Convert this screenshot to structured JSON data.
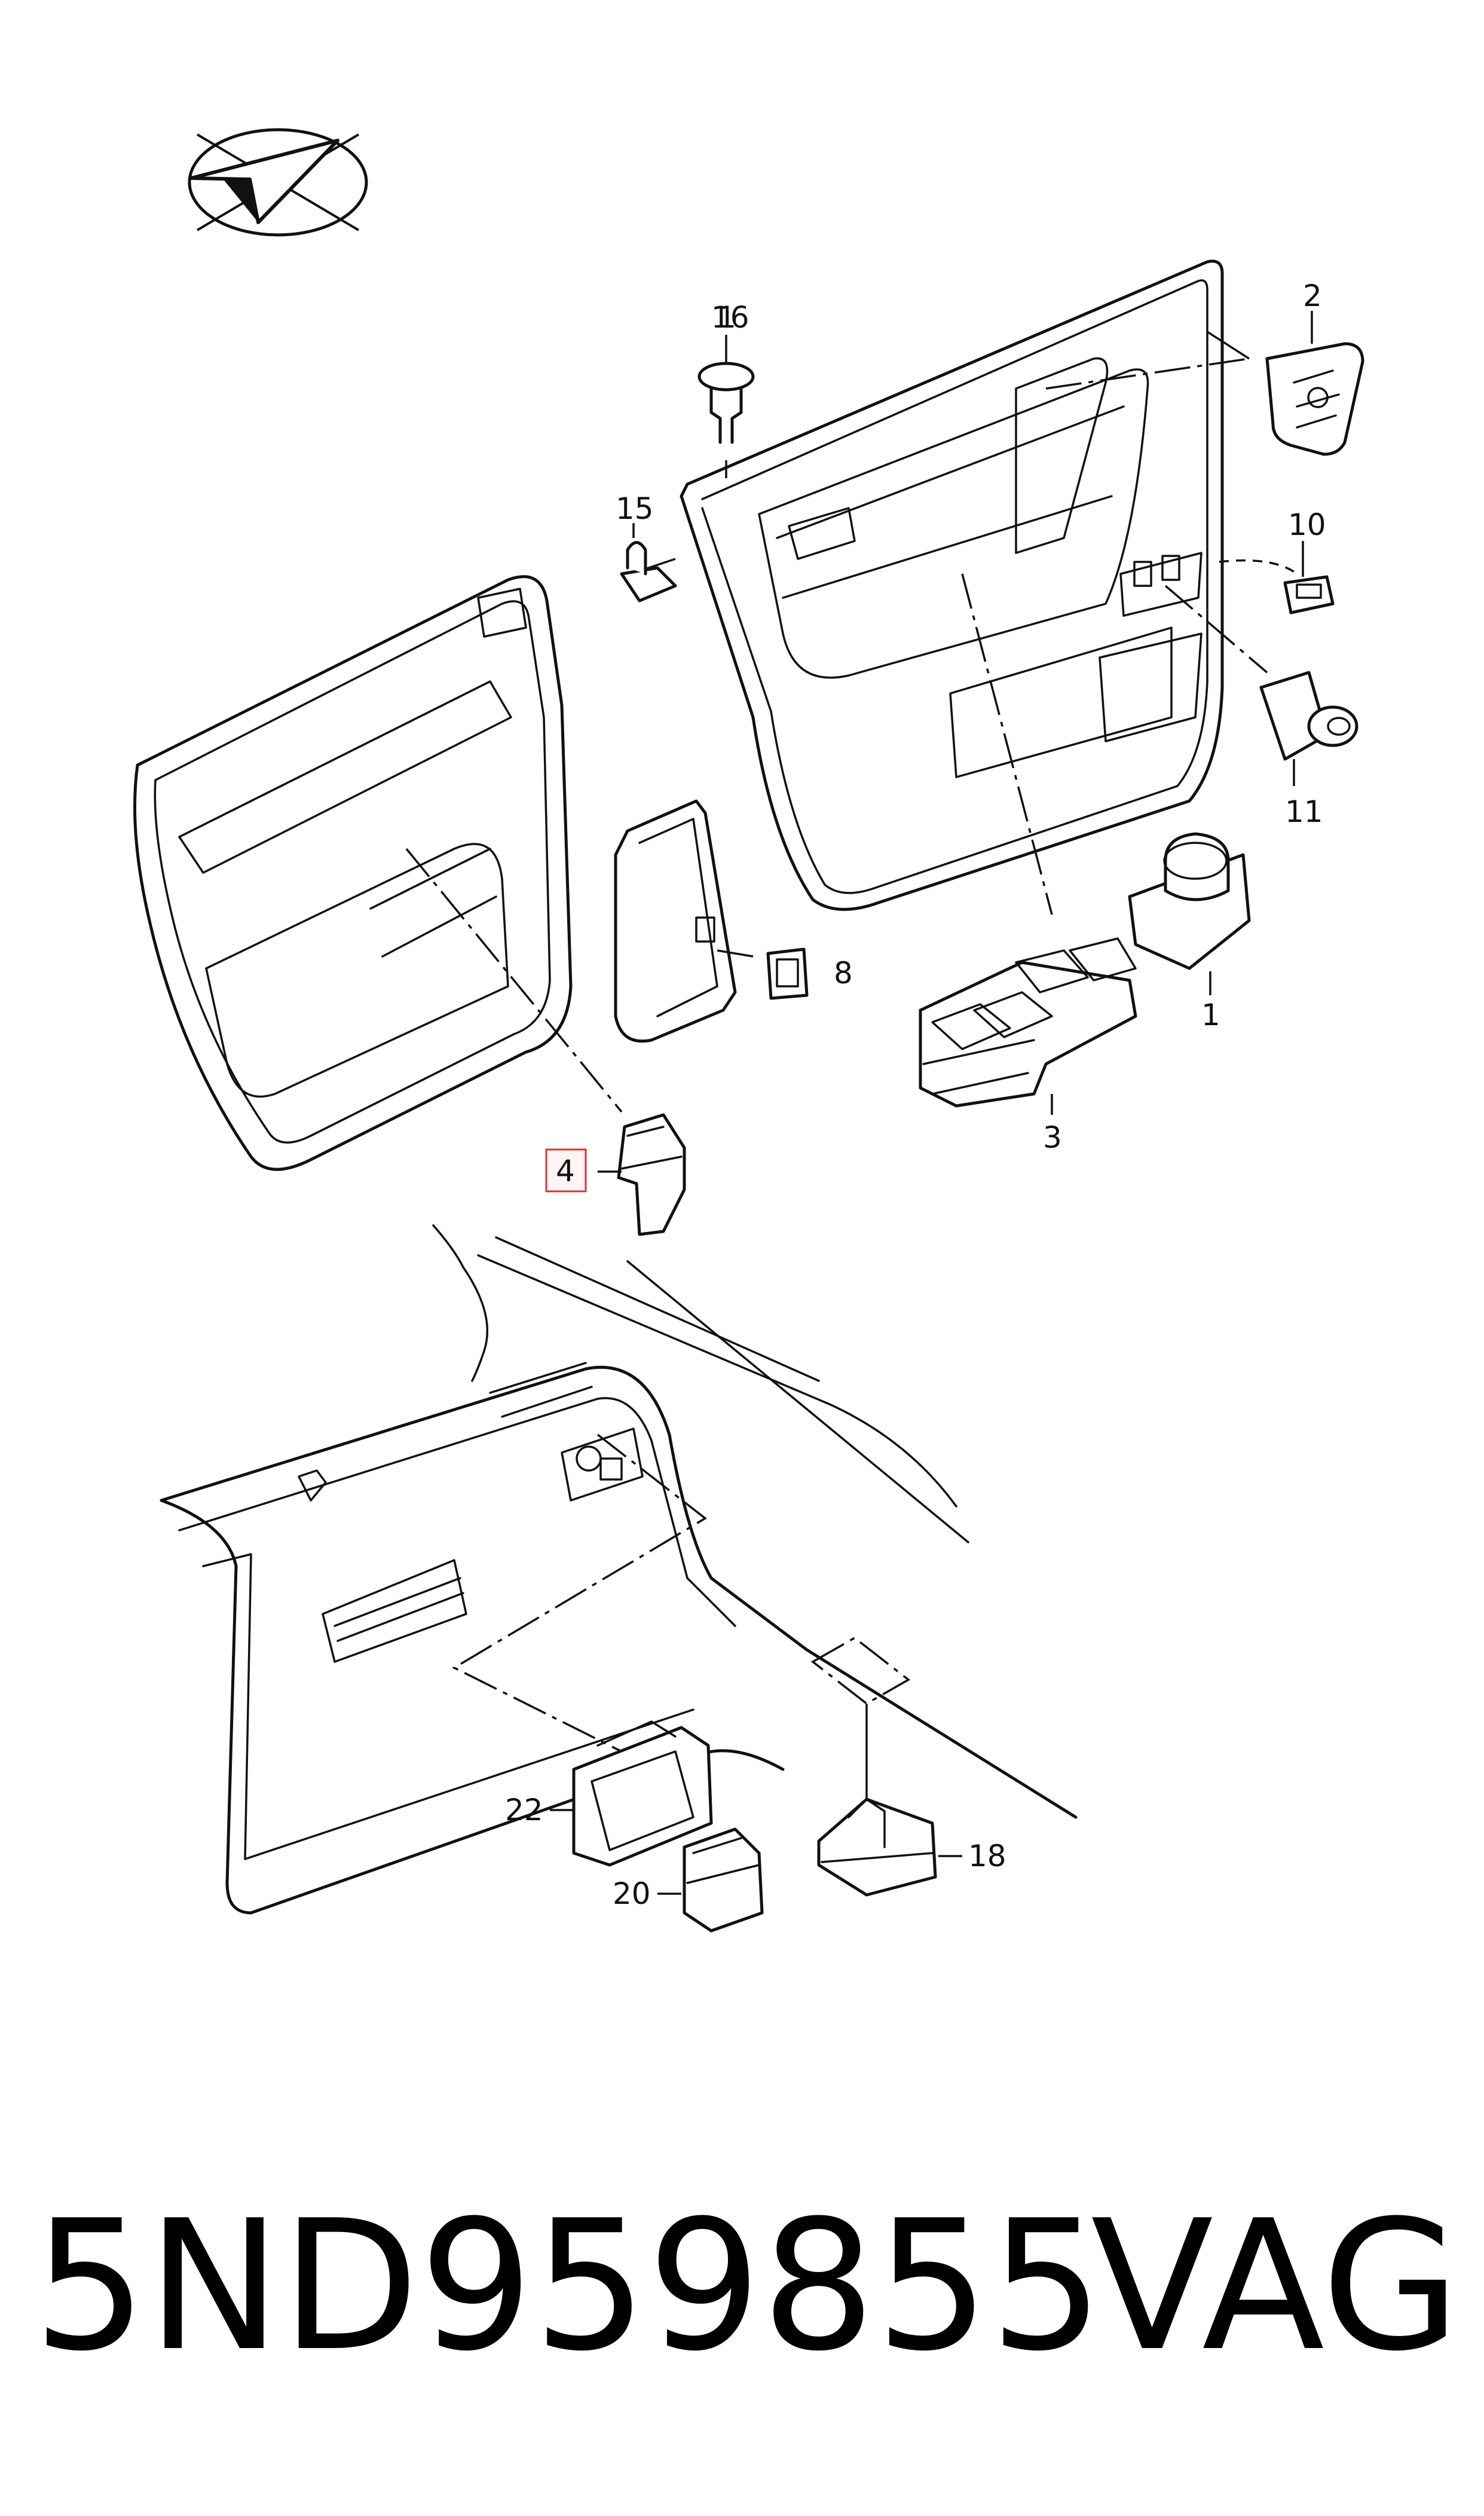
{
  "diagram": {
    "callouts": [
      {
        "id": "c1",
        "label": "1"
      },
      {
        "id": "c2",
        "label": "2"
      },
      {
        "id": "c3",
        "label": "3"
      },
      {
        "id": "c4",
        "label": "4",
        "highlighted": true,
        "highlight_color": "#e03030"
      },
      {
        "id": "c8",
        "label": "8"
      },
      {
        "id": "c10",
        "label": "10"
      },
      {
        "id": "c11",
        "label": "11"
      },
      {
        "id": "c15",
        "label": "15"
      },
      {
        "id": "c16",
        "label": "16"
      },
      {
        "id": "c18",
        "label": "18"
      },
      {
        "id": "c20",
        "label": "20"
      },
      {
        "id": "c22",
        "label": "22"
      }
    ],
    "orientation_icon": "direction-arrow-icon"
  },
  "footer": {
    "part_number": "5ND959855",
    "brand": "VAG"
  }
}
